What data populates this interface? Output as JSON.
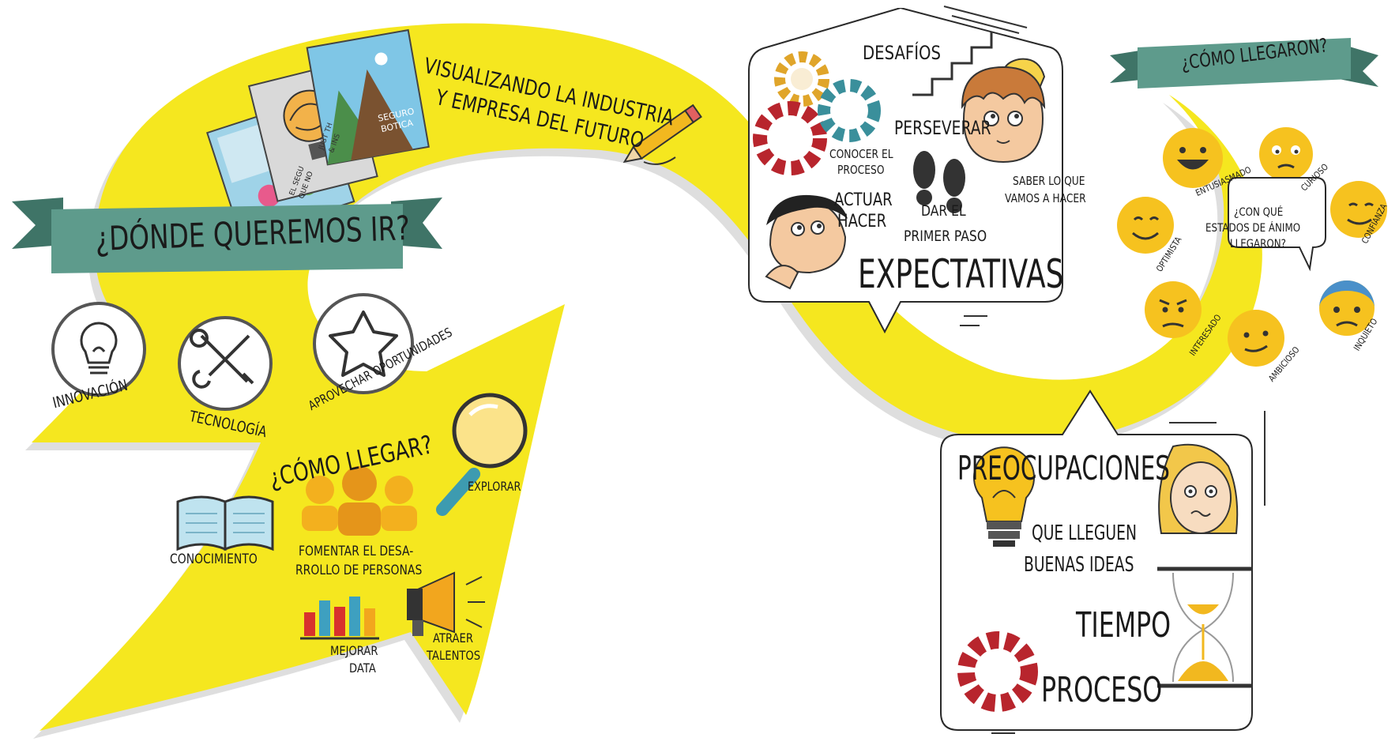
{
  "colors": {
    "yellow": "#f5e71f",
    "shadow": "#dedede",
    "ribbon": "#5e9b8c",
    "ribbon_dark": "#3f7467",
    "gear_red": "#b8252d",
    "gear_teal": "#3a8f9b",
    "gear_gold": "#e0a52a",
    "emoji": "#f6c21f",
    "bars": [
      "#d8322d",
      "#3ea0c0",
      "#f2a61e"
    ]
  },
  "icons": [
    "lightbulb-icon",
    "wrench-screwdriver-icon",
    "star-icon",
    "magnifier-icon",
    "book-icon",
    "people-icon",
    "bar-chart-icon",
    "megaphone-icon",
    "pencil-icon",
    "gear-icon",
    "footprints-icon",
    "stairs-icon",
    "hourglass-icon",
    "emoji-face-icon"
  ],
  "top_caption": {
    "line1": "VISUALIZANDO LA INDUSTRIA",
    "line2": "Y EMPRESA DEL FUTURO"
  },
  "magazines": {
    "front": [
      "SEGURO",
      "BOTICA"
    ],
    "middle": [
      "JUST TH",
      "& INS"
    ],
    "back": [
      "EL SEGU",
      "QUE NO"
    ]
  },
  "banner_left": "¿DÓNDE QUEREMOS IR?",
  "pillars": [
    "INNOVACIÓN",
    "TECNOLOGÍA",
    "APROVECHAR OPORTUNIDADES"
  ],
  "como_llegar": {
    "heading": "¿CÓMO LLEGAR?",
    "explorar": "EXPLORAR",
    "conocimiento": "CONOCIMIENTO",
    "fomentar": [
      "FOMENTAR EL DESA-",
      "RROLLO DE PERSONAS"
    ],
    "mejorar": [
      "MEJORAR",
      "DATA"
    ],
    "atraer": [
      "ATRAER",
      "TALENTOS"
    ]
  },
  "expectativas": {
    "title": "EXPECTATIVAS",
    "desafios": "DESAFÍOS",
    "perseverar": "PERSEVERAR",
    "conocer": [
      "CONOCER EL",
      "PROCESO"
    ],
    "actuar": [
      "ACTUAR",
      "HACER"
    ],
    "dar": [
      "DAR EL",
      "PRIMER PASO"
    ],
    "saber": [
      "SABER LO QUE",
      "VAMOS A HACER"
    ]
  },
  "banner_right": "¿CÓMO LLEGARON?",
  "moods": {
    "question": [
      "¿CON QUÉ",
      "ESTADOS DE ÁNIMO",
      "LLEGARON?"
    ],
    "labels": [
      "ENTUSIASMADO",
      "CURIOSO",
      "CONFIANZA",
      "OPTIMISTA",
      "INTERESADO",
      "AMBICIOSO",
      "INQUIETO"
    ]
  },
  "preocupaciones": {
    "title": "PREOCUPACIONES",
    "ideas": [
      "QUE LLEGUEN",
      "BUENAS IDEAS"
    ],
    "tiempo": "TIEMPO",
    "proceso": "PROCESO"
  }
}
